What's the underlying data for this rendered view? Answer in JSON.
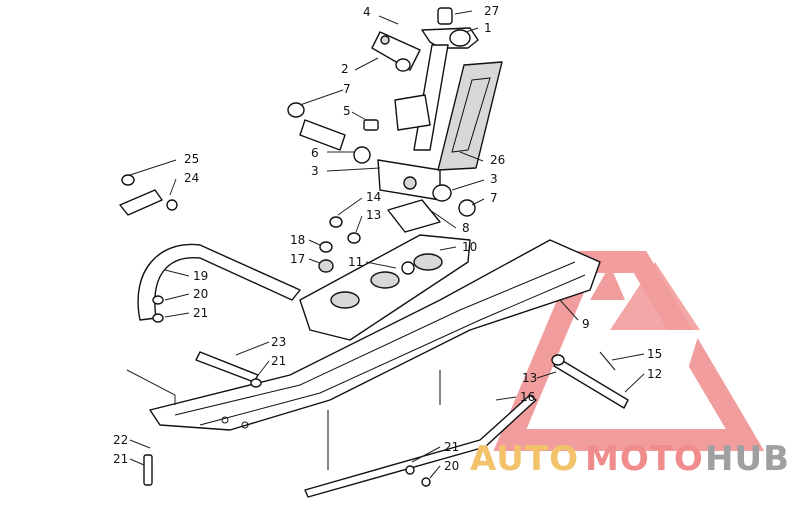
{
  "watermark": {
    "part1": "AUTO",
    "part2": "MOTO",
    "part3": "HUB",
    "color_auto": "#f2c36a",
    "color_moto": "#f08c8c",
    "color_hub": "#a0a0a0",
    "logo_color": "#f08c8c"
  },
  "labels": [
    {
      "id": "l1",
      "text": "1"
    },
    {
      "id": "l27",
      "text": "27"
    },
    {
      "id": "l4",
      "text": "4"
    },
    {
      "id": "l2",
      "text": "2"
    },
    {
      "id": "l7a",
      "text": "7"
    },
    {
      "id": "l5",
      "text": "5"
    },
    {
      "id": "l6",
      "text": "6"
    },
    {
      "id": "l3a",
      "text": "3"
    },
    {
      "id": "l26",
      "text": "26"
    },
    {
      "id": "l25",
      "text": "25"
    },
    {
      "id": "l24",
      "text": "24"
    },
    {
      "id": "l14",
      "text": "14"
    },
    {
      "id": "l13a",
      "text": "13"
    },
    {
      "id": "l3b",
      "text": "3"
    },
    {
      "id": "l7b",
      "text": "7"
    },
    {
      "id": "l8",
      "text": "8"
    },
    {
      "id": "l10",
      "text": "10"
    },
    {
      "id": "l18",
      "text": "18"
    },
    {
      "id": "l17",
      "text": "17"
    },
    {
      "id": "l11",
      "text": "11"
    },
    {
      "id": "l19",
      "text": "19"
    },
    {
      "id": "l20a",
      "text": "20"
    },
    {
      "id": "l21a",
      "text": "21"
    },
    {
      "id": "l9",
      "text": "9"
    },
    {
      "id": "l23",
      "text": "23"
    },
    {
      "id": "l21b",
      "text": "21"
    },
    {
      "id": "l15",
      "text": "15"
    },
    {
      "id": "l12",
      "text": "12"
    },
    {
      "id": "l13b",
      "text": "13"
    },
    {
      "id": "l16",
      "text": "16"
    },
    {
      "id": "l21c",
      "text": "21"
    },
    {
      "id": "l22",
      "text": "22"
    },
    {
      "id": "l21d",
      "text": "21"
    },
    {
      "id": "l20b",
      "text": "20"
    }
  ]
}
